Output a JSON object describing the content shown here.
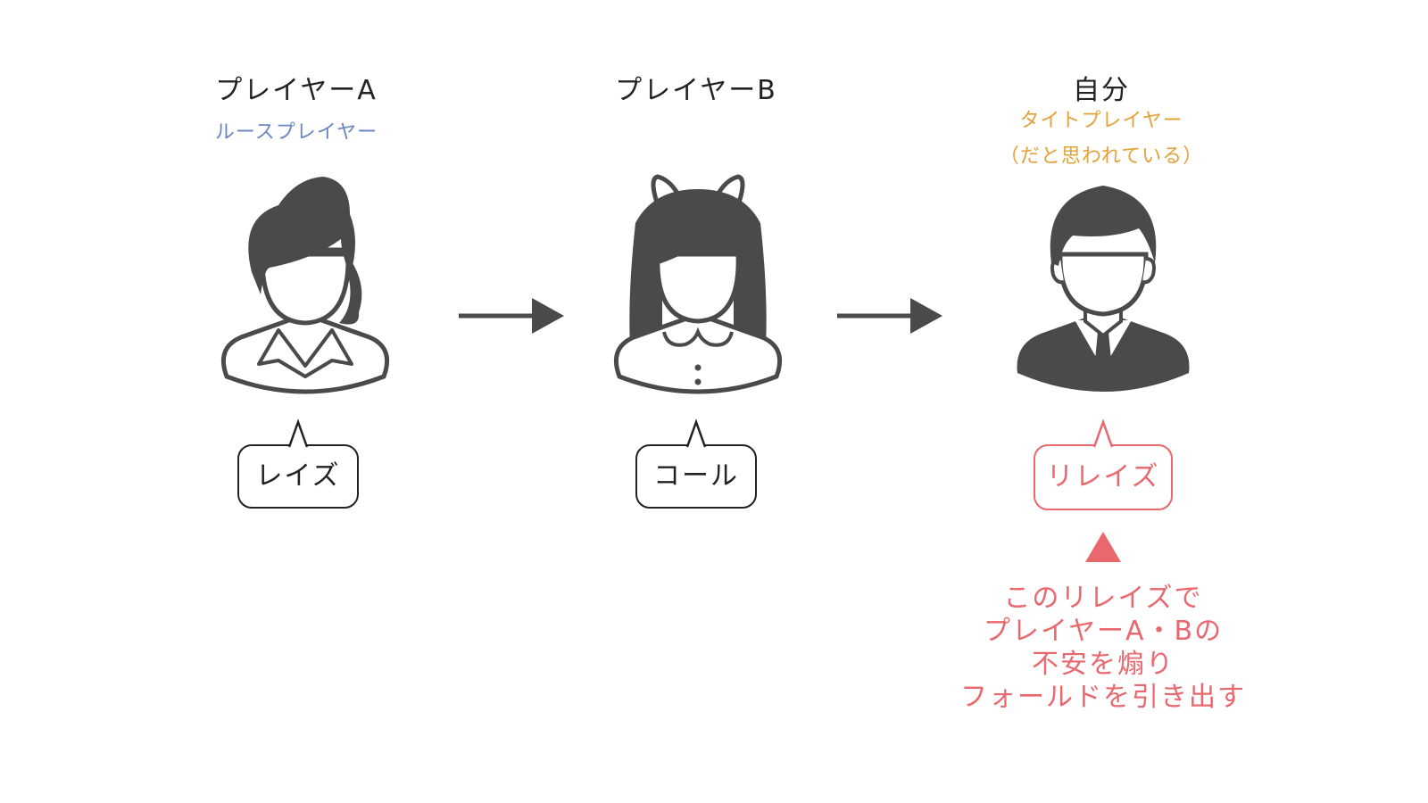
{
  "colors": {
    "dark": "#4a4a4a",
    "text": "#222222",
    "loose": "#6a86c4",
    "tight": "#e3a23a",
    "accent": "#e8686d"
  },
  "players": [
    {
      "name": "プレイヤーA",
      "type_label": "ルースプレイヤー",
      "action": "レイズ",
      "icon": "woman-ponytail-icon"
    },
    {
      "name": "プレイヤーB",
      "type_label": "",
      "action": "コール",
      "icon": "girl-ribbon-icon"
    },
    {
      "name": "自分",
      "type_label": "タイトプレイヤー",
      "type_note": "（だと思われている）",
      "action": "リレイズ",
      "icon": "man-suit-icon"
    }
  ],
  "arrows": [
    "arrow-right-icon",
    "arrow-right-icon"
  ],
  "note": {
    "icon": "triangle-up-icon",
    "lines": [
      "このリレイズで",
      "プレイヤーA・Bの",
      "不安を煽り",
      "フォールドを引き出す"
    ]
  }
}
